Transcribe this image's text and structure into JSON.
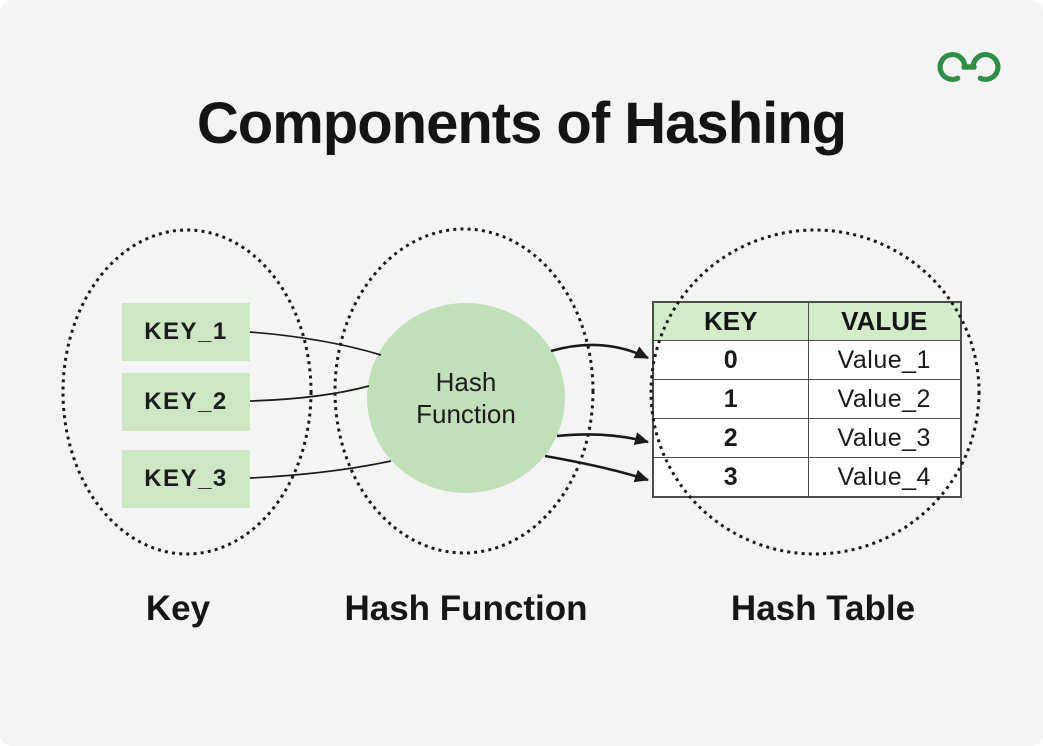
{
  "page": {
    "background_color": "#f4f4f4"
  },
  "logo": {
    "icon": "geeksforgeeks-icon",
    "color": "#2f8d46"
  },
  "title": "Components of Hashing",
  "diagram": {
    "keys": {
      "caption": "Key",
      "items": [
        "KEY_1",
        "KEY_2",
        "KEY_3"
      ]
    },
    "hash_function": {
      "caption": "Hash Function",
      "label": "Hash Function"
    },
    "hash_table": {
      "caption": "Hash Table",
      "columns": {
        "key": "KEY",
        "value": "VALUE"
      },
      "rows": [
        {
          "key": "0",
          "value": "Value_1"
        },
        {
          "key": "1",
          "value": "Value_2"
        },
        {
          "key": "2",
          "value": "Value_3"
        },
        {
          "key": "3",
          "value": "Value_4"
        }
      ]
    },
    "colors": {
      "key_box_green": "#cde7c5",
      "hash_circle_green": "#c1dfb8",
      "table_header_green": "#d3ecca",
      "stroke_black": "#1a1a1a",
      "logo_green": "#2f8d46"
    }
  }
}
